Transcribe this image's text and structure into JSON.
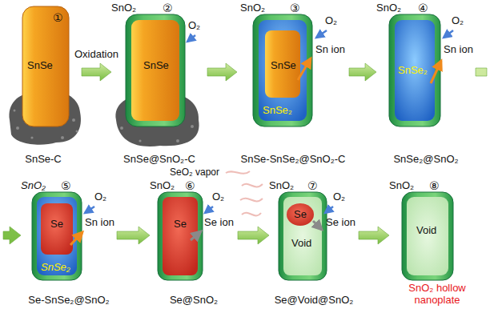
{
  "diagram": {
    "nodes": [
      {
        "text": [
          "①",
          "SnSe",
          "SnSe-C"
        ]
      },
      {
        "text": [
          "SnO₂",
          "②",
          "O₂",
          "SnSe",
          "SnSe@SnO₂-C"
        ]
      },
      {
        "text": [
          "SnO₂",
          "③",
          "O₂",
          "Sn ion",
          "SnSe",
          "SnSe₂",
          "SnSe-SnSe₂@SnO₂-C"
        ]
      },
      {
        "text": [
          "SnO₂",
          "④",
          "O₂",
          "Sn ion",
          "SnSe₂",
          "SnSe₂@SnO₂"
        ]
      },
      {
        "text": [
          "SnO₂",
          "⑤",
          "O₂",
          "Sn ion",
          "Se",
          "SnSe₂",
          "Se-SnSe₂@SnO₂"
        ]
      },
      {
        "text": [
          "SnO₂",
          "⑥",
          "O₂",
          "Se ion",
          "Se",
          "Se@SnO₂"
        ]
      },
      {
        "text": [
          "SnO₂",
          "⑦",
          "O₂",
          "Se ion",
          "Se",
          "Void",
          "Se@Void@SnO₂"
        ]
      },
      {
        "text": [
          "SnO₂",
          "⑧",
          "Void",
          "SnO₂ hollow nanoplate"
        ]
      }
    ],
    "edges": [
      {
        "from": 0,
        "to": 1,
        "label": "Oxidation",
        "arrow": "to"
      },
      {
        "from": 1,
        "to": 2,
        "arrow": "to"
      },
      {
        "from": 2,
        "to": 3,
        "arrow": "to"
      },
      {
        "from": 3,
        "to": 4,
        "arrow": "to"
      },
      {
        "from": 4,
        "to": 5,
        "arrow": "to"
      },
      {
        "from": 5,
        "to": 6,
        "arrow": "to"
      },
      {
        "from": 6,
        "to": 7,
        "arrow": "to"
      }
    ],
    "labels": [
      "SeO₂ vapor"
    ]
  }
}
